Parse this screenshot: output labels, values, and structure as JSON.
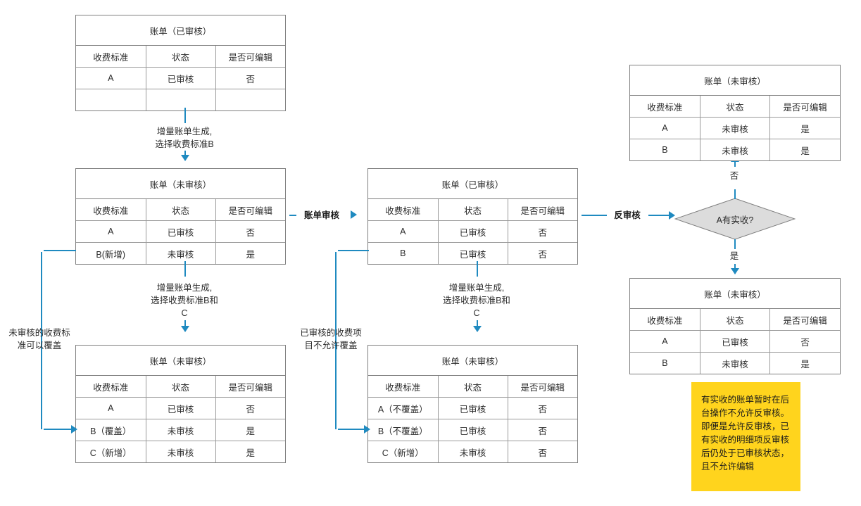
{
  "theme": {
    "connector_color": "#1f8ac0",
    "table_border": "#7f7f7f",
    "cell_border": "#9a9a9a",
    "note_background": "#ffd41d",
    "diamond_fill": "#dcdcdc",
    "diamond_stroke": "#7f7f7f",
    "canvas_background": "#ffffff"
  },
  "columns": [
    "收费标准",
    "状态",
    "是否可编辑"
  ],
  "tables": {
    "t1": {
      "title": "账单（已审核）",
      "headers": [
        "收费标准",
        "状态",
        "是否可编辑"
      ],
      "rows": [
        [
          "A",
          "已审核",
          "否"
        ],
        [
          "",
          "",
          ""
        ]
      ]
    },
    "t2": {
      "title": "账单（未审核）",
      "headers": [
        "收费标准",
        "状态",
        "是否可编辑"
      ],
      "rows": [
        [
          "A",
          "已审核",
          "否"
        ],
        [
          "B(新增)",
          "未审核",
          "是"
        ]
      ]
    },
    "t3": {
      "title": "账单（未审核）",
      "headers": [
        "收费标准",
        "状态",
        "是否可编辑"
      ],
      "rows": [
        [
          "A",
          "已审核",
          "否"
        ],
        [
          "B（覆盖）",
          "未审核",
          "是"
        ],
        [
          "C（新增）",
          "未审核",
          "是"
        ]
      ]
    },
    "t4": {
      "title": "账单（已审核）",
      "headers": [
        "收费标准",
        "状态",
        "是否可编辑"
      ],
      "rows": [
        [
          "A",
          "已审核",
          "否"
        ],
        [
          "B",
          "已审核",
          "否"
        ]
      ]
    },
    "t5": {
      "title": "账单（未审核）",
      "headers": [
        "收费标准",
        "状态",
        "是否可编辑"
      ],
      "rows": [
        [
          "A（不覆盖）",
          "已审核",
          "否"
        ],
        [
          "B（不覆盖）",
          "已审核",
          "否"
        ],
        [
          "C（新增）",
          "未审核",
          "否"
        ]
      ]
    },
    "t6": {
      "title": "账单（未审核）",
      "headers": [
        "收费标准",
        "状态",
        "是否可编辑"
      ],
      "rows": [
        [
          "A",
          "未审核",
          "是"
        ],
        [
          "B",
          "未审核",
          "是"
        ]
      ]
    },
    "t7": {
      "title": "账单（未审核）",
      "headers": [
        "收费标准",
        "状态",
        "是否可编辑"
      ],
      "rows": [
        [
          "A",
          "已审核",
          "否"
        ],
        [
          "B",
          "未审核",
          "是"
        ]
      ]
    }
  },
  "decision": {
    "label": "A有实收?",
    "yes_label": "是",
    "no_label": "否"
  },
  "edges": {
    "gen_b": "增量账单生成,\n选择收费标准B",
    "gen_bc_left": "增量账单生成,\n选择收费标准B和\nC",
    "gen_bc_mid": "增量账单生成,\n选择收费标准B和\nC",
    "audit": "账单审核",
    "unaudit": "反审核",
    "left_overwrite": "未审核的收费标\n准可以覆盖",
    "mid_no_overwrite": "已审核的收费项\n目不允许覆盖"
  },
  "note": {
    "text": "有实收的账单暂时在后\n台操作不允许反审核。\n即便是允许反审核，已\n有实收的明细项反审核\n后仍处于已审核状态，\n且不允许编辑"
  }
}
